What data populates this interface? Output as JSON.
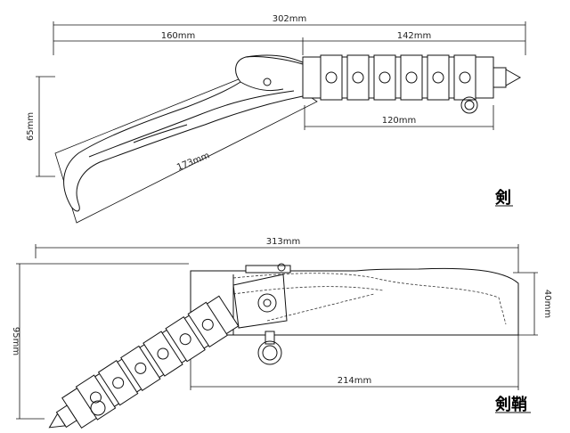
{
  "knife": {
    "label": "剣",
    "dimensions": {
      "overall_length": "302mm",
      "blade_length": "160mm",
      "handle_length": "142mm",
      "grip_length": "120mm",
      "blade_height": "65mm",
      "blade_edge": "173mm"
    }
  },
  "sheath": {
    "label": "剣鞘",
    "dimensions": {
      "overall_length": "313mm",
      "height": "95mm",
      "sheath_height": "40mm",
      "sheath_length": "214mm"
    }
  }
}
